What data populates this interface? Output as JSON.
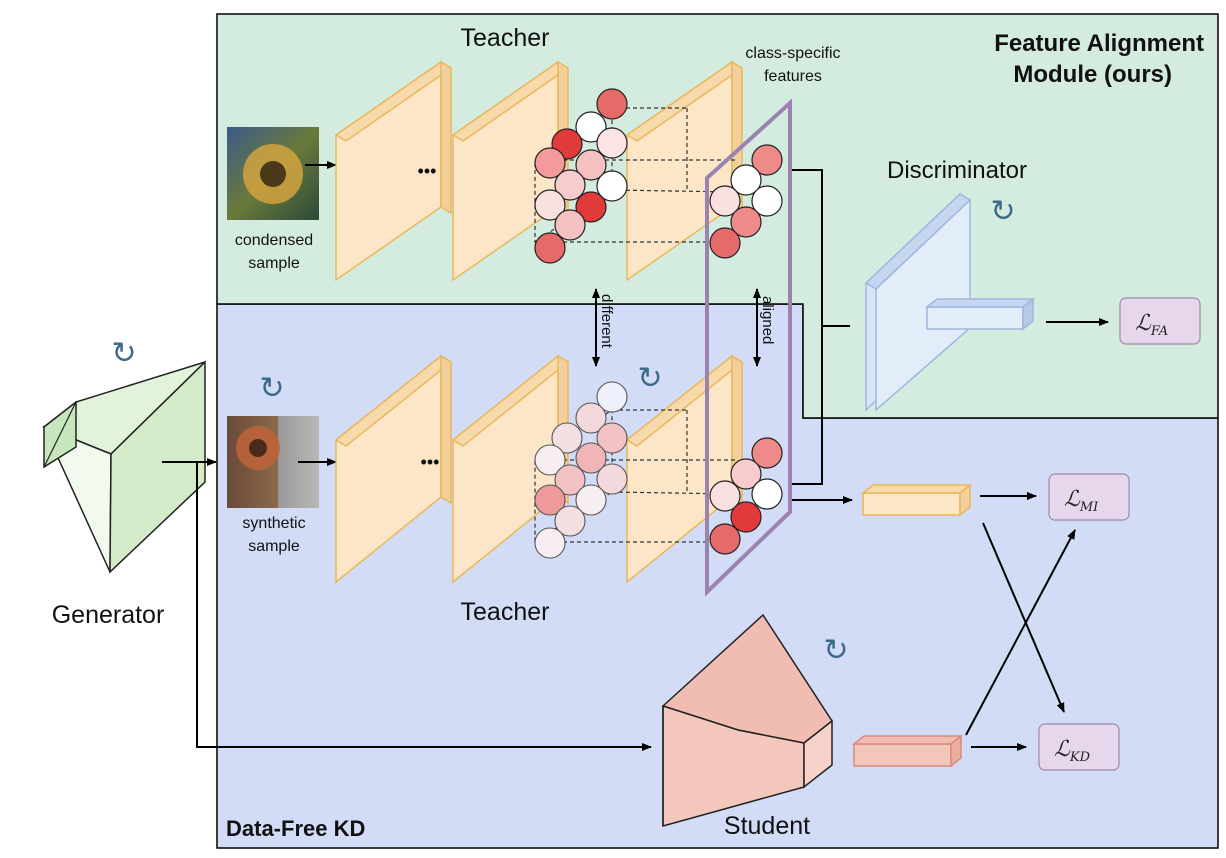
{
  "labels": {
    "teacher_top": "Teacher",
    "teacher_bottom": "Teacher",
    "student": "Student",
    "generator": "Generator",
    "discriminator": "Discriminator",
    "class_specific_line1": "class-specific",
    "class_specific_line2": "features",
    "condensed_line1": "condensed",
    "condensed_line2": "sample",
    "synthetic_line1": "synthetic",
    "synthetic_line2": "sample",
    "different": "different",
    "aligned": "aligned",
    "ellipsis": "•••"
  },
  "modules": {
    "feature_alignment_line1": "Feature Alignment",
    "feature_alignment_line2": "Module (ours)",
    "data_free_kd": "Data-Free KD"
  },
  "losses": {
    "fa": {
      "symbol": "ℒ",
      "subscript": "FA"
    },
    "mi": {
      "symbol": "ℒ",
      "subscript": "MI"
    },
    "kd": {
      "symbol": "ℒ",
      "subscript": "KD"
    }
  },
  "icons": {
    "update": "↻",
    "sample_condensed": "sunflower-condensed-image",
    "sample_synthetic": "sunflower-synthetic-image"
  },
  "colors": {
    "fa_region": "#d4ecdf",
    "kd_region": "#d3dcf7",
    "feature_map": "#fde6c8",
    "feature_edge": "#e8b85a",
    "generator": "#d3ebc9",
    "student": "#f4c7bd",
    "discriminator": "#d9e4f7",
    "loss_box": "#e6d7ec",
    "highlight": "#9b83b0"
  }
}
